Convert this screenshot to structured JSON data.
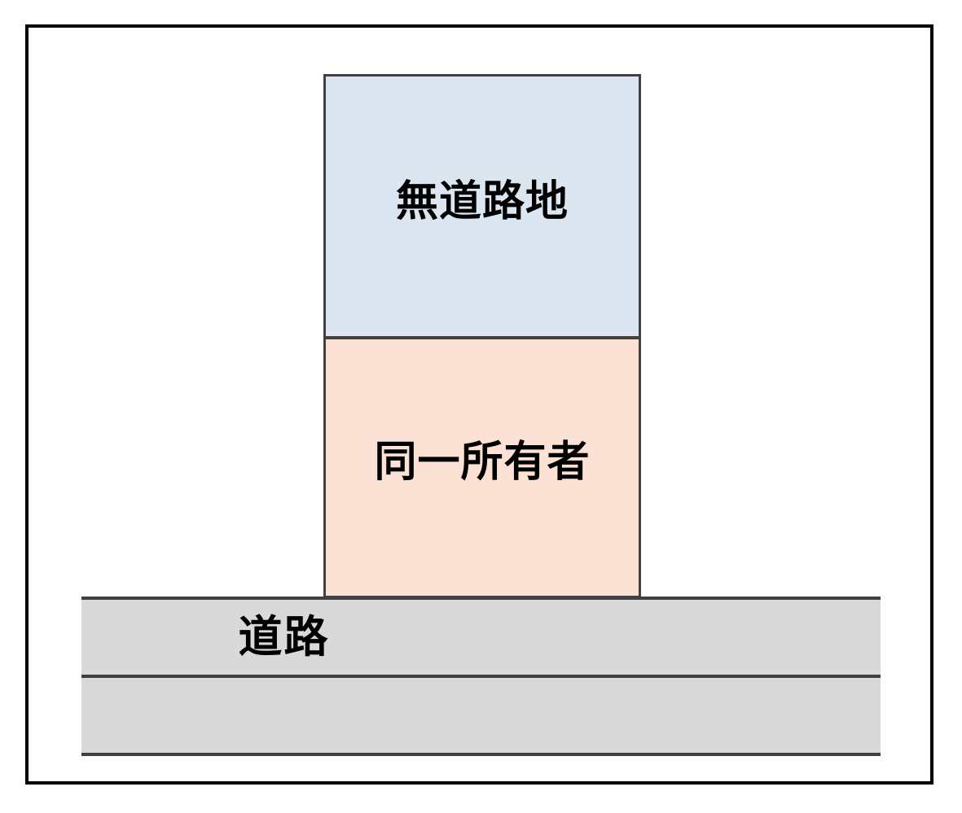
{
  "diagram": {
    "title": "",
    "background_color": "#ffffff",
    "frame": {
      "border_color": "#000000"
    },
    "parcels": [
      {
        "id": "landlocked-parcel",
        "label": "無道路地",
        "fill_color": "#dce6f1",
        "border_color": "#404040"
      },
      {
        "id": "same-owner-parcel",
        "label": "同一所有者",
        "fill_color": "#fce2d5",
        "border_color": "#404040"
      }
    ],
    "road": {
      "id": "road-band",
      "label": "道路",
      "fill_color": "#d9d9d9",
      "line_color": "#3f3f3f"
    }
  }
}
